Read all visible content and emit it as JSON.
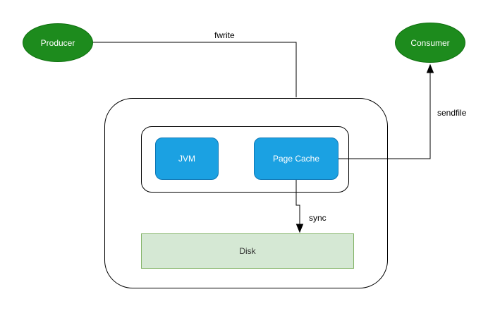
{
  "nodes": {
    "producer": {
      "label": "Producer"
    },
    "consumer": {
      "label": "Consumer"
    },
    "jvm": {
      "label": "JVM"
    },
    "page_cache": {
      "label": "Page Cache"
    },
    "disk": {
      "label": "Disk"
    }
  },
  "edges": {
    "fwrite": {
      "label": "fwrite"
    },
    "sendfile": {
      "label": "sendfile"
    },
    "sync": {
      "label": "sync"
    }
  },
  "colors": {
    "background": "#ffffff",
    "node_green_fill": "#1d8b1d",
    "node_green_border": "#0d6f0d",
    "node_green_text": "#ffffff",
    "node_blue_fill": "#1ba1e2",
    "node_blue_border": "#0d77b5",
    "node_blue_text": "#ffffff",
    "disk_fill": "#d5e8d4",
    "disk_border": "#82b366",
    "disk_text": "#333333",
    "container_border": "#000000",
    "edge_line": "#000000",
    "edge_label_text": "#000000"
  }
}
